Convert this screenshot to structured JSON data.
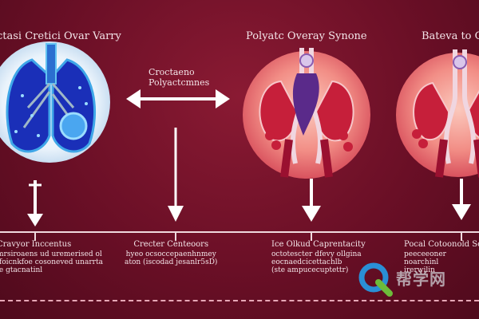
{
  "titles": {
    "left": "ctasi Cretici Ovar Varry",
    "middle": "Polyatc Overay Synone",
    "right": "Bateva to O"
  },
  "center_label": {
    "line1": "Croctaeno",
    "line2": "Polyactcmnes"
  },
  "columns": [
    {
      "heading": "Cravyor Inccentus",
      "lines": [
        "mrsiroaens ud uremerised ol",
        "lfoicnkfoe cosoneved unarrta",
        "ie gtacnatinl"
      ]
    },
    {
      "heading": "Crecter Centeoors",
      "lines": [
        "hyeo ocsoccepaenhnmey",
        "aton (iscodad jesanlr5sD)"
      ]
    },
    {
      "heading": "Ice Olkud Caprentacity",
      "lines": [
        "octotescter dfevy ollgina",
        "eocnaedcicettachlb",
        "(ste ampucecuptettr)"
      ]
    },
    {
      "heading": "Pocal Cotoonold Soorles",
      "lines": [
        "peeceeoner",
        "noarchinl",
        "irerwilin"
      ]
    }
  ],
  "watermark": "帮学网",
  "icons": [
    "lungs-illustration-icon",
    "ovary-organ-icon",
    "double-arrow-icon",
    "down-arrow-icon",
    "q-logo-icon"
  ]
}
